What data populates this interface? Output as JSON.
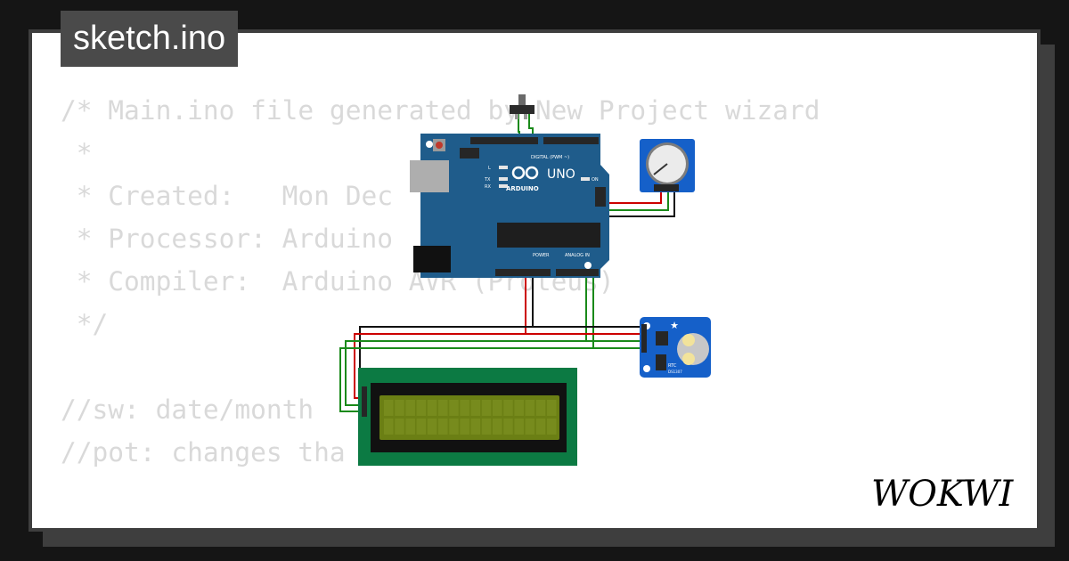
{
  "file": {
    "name": "sketch.ino"
  },
  "code_lines": [
    "/* Main.ino file generated by New Project wizard",
    " *",
    " * Created:   Mon Dec",
    " * Processor: Arduino",
    " * Compiler:  Arduino AVR (Proteus)",
    " */",
    "",
    "//sw: date/month",
    "//pot: changes tha"
  ],
  "board": {
    "name": "UNO",
    "brand": "ARDUINO",
    "digital_label": "DIGITAL (PWM ~)",
    "analog_label": "ANALOG IN",
    "power_label": "POWER",
    "on_label": "ON",
    "tx_label": "TX",
    "rx_label": "RX",
    "l_label": "L"
  },
  "rtc": {
    "label": "RTC",
    "chip": "DS1307"
  },
  "brand": {
    "name": "WOKWI"
  },
  "colors": {
    "board": "#1f5c8b",
    "lcd_pcb": "#0c7a43",
    "lcd_screen": "#6b7f14",
    "rtc_pcb": "#1560c9",
    "wire_red": "#cc0000",
    "wire_green": "#1a8a1a",
    "wire_black": "#111111"
  },
  "icons": [
    "switch-icon",
    "potentiometer-icon",
    "battery-icon",
    "star-icon"
  ]
}
